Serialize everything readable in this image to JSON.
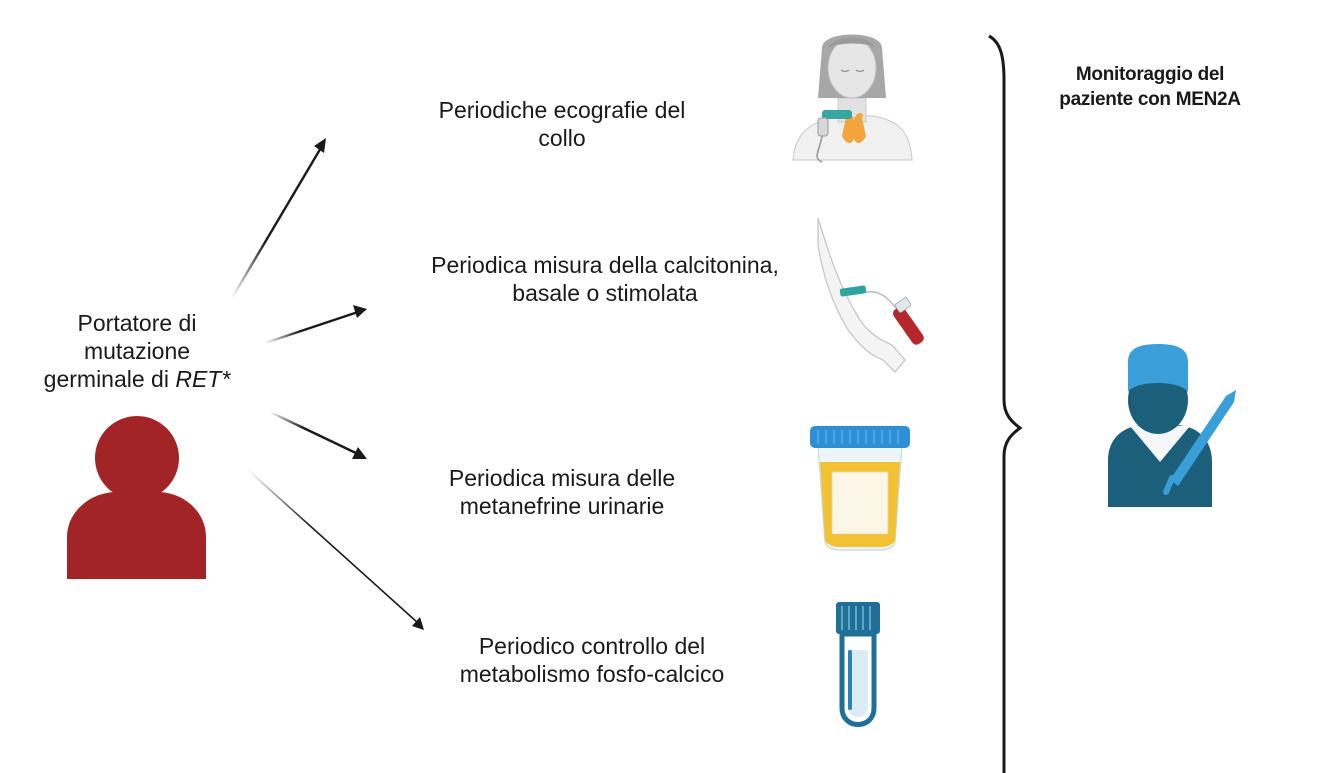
{
  "carrier": {
    "line1": "Portatore di",
    "line2": "mutazione",
    "line3_prefix": "germinale di ",
    "line3_gene": "RET*"
  },
  "steps": [
    {
      "line1": "Periodiche ecografie del",
      "line2": "collo"
    },
    {
      "line1": "Periodica misura della calcitonina,",
      "line2": "basale o stimolata"
    },
    {
      "line1": "Periodica misura delle",
      "line2": "metanefrine urinarie"
    },
    {
      "line1": "Periodico controllo del",
      "line2": "metabolismo fosfo-calcico"
    }
  ],
  "monitoring": {
    "line1": "Monitoraggio del",
    "line2": "paziente con MEN2A"
  },
  "icons": {
    "carrier": "person-icon",
    "step1": "neck-ultrasound-icon",
    "step2": "blood-draw-icon",
    "step3": "urine-container-icon",
    "step4": "test-tube-icon",
    "monitoring": "surgeon-icon"
  },
  "colors": {
    "carrier": "#a32427",
    "surgeon_dark": "#1c5f7a",
    "surgeon_cap": "#3a9fd8",
    "tube": "#1f6f96",
    "urine": "#f2c232",
    "cap_blue": "#2e8fd6"
  }
}
